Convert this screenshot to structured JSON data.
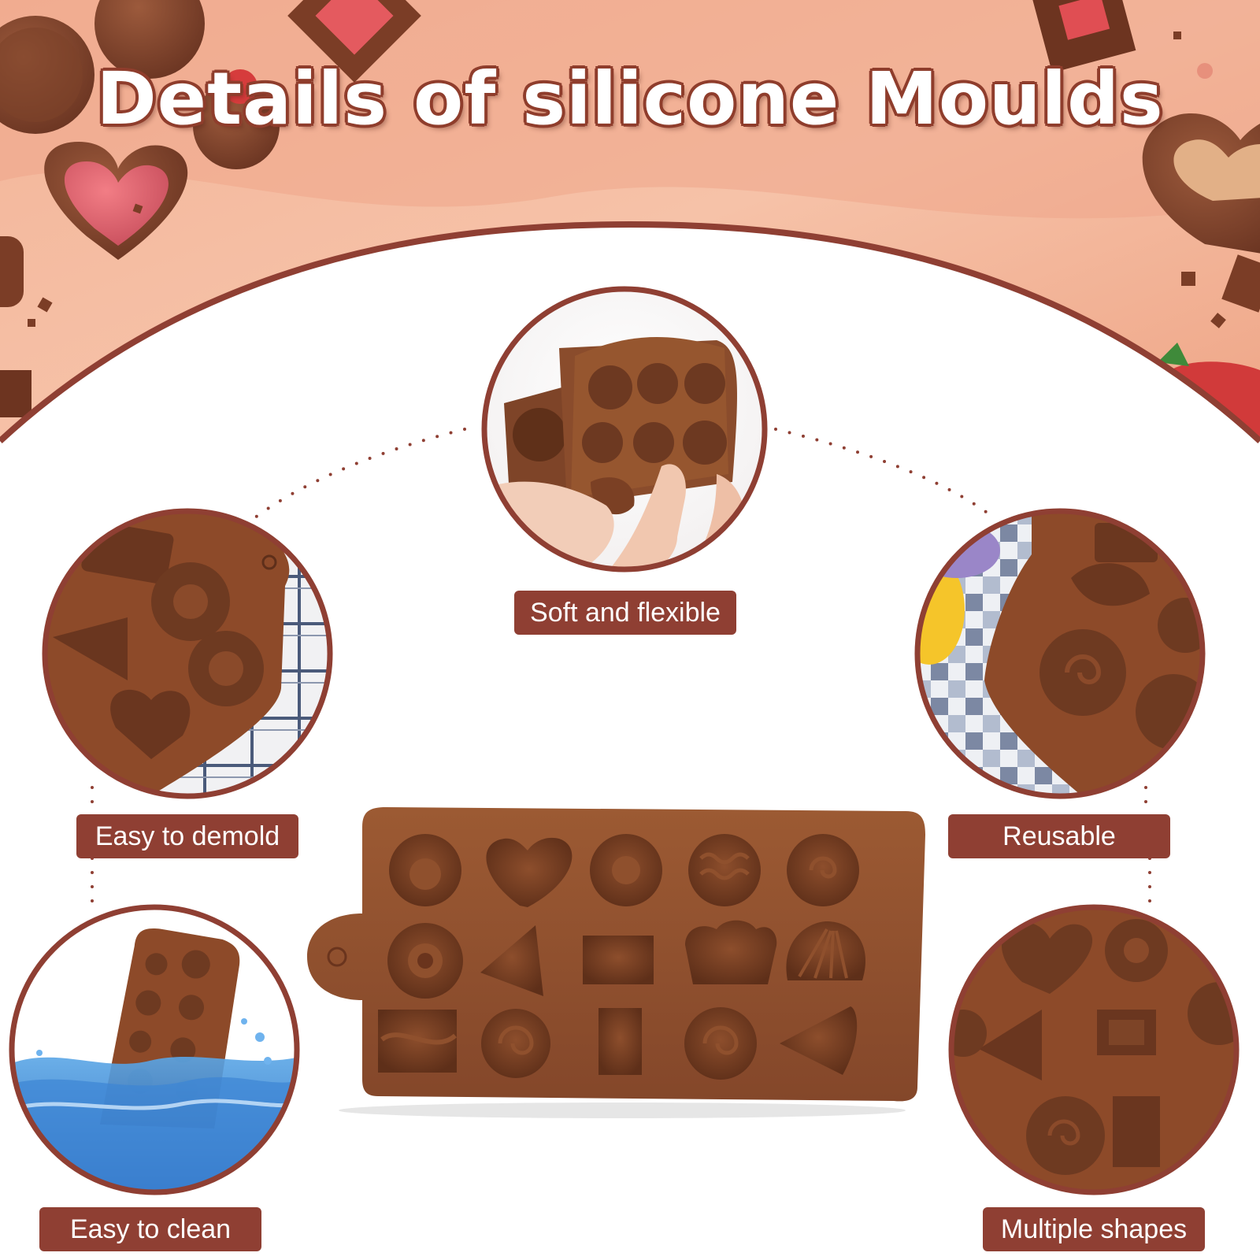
{
  "title": "Details of silicone Moulds",
  "features": {
    "soft": "Soft and flexible",
    "demold": "Easy to demold",
    "reusable": "Reusable",
    "clean": "Easy to clean",
    "shapes": "Multiple shapes"
  },
  "colors": {
    "accent": "#8f3f33",
    "chocolate": "#8a4a2a",
    "chocolate_light": "#9b5a35",
    "banner_peach": "#f2ad8e",
    "white": "#ffffff"
  },
  "icons": [
    "heart-chocolate-icon",
    "round-chocolate-icon",
    "square-chocolate-icon",
    "water-splash-icon",
    "checkered-cloth-icon"
  ]
}
